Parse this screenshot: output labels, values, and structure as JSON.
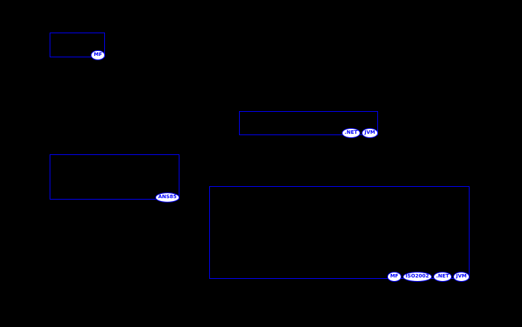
{
  "page": {
    "background_color": "#000000"
  },
  "colors": {
    "box_border": "#0000ff",
    "badge_border": "#0000ff",
    "badge_text": "#0000ff",
    "badge_fill": "#ffffff"
  },
  "diagram": {
    "boxes": [
      {
        "name": "syntax-box-1",
        "badges": [
          "MF"
        ]
      },
      {
        "name": "syntax-box-2",
        "badges": [
          ".NET",
          "JVM"
        ]
      },
      {
        "name": "syntax-box-3",
        "badges": [
          "ANS85"
        ]
      },
      {
        "name": "syntax-box-4",
        "badges": [
          "MF",
          "ISO2002",
          ".NET",
          "JVM"
        ]
      }
    ]
  }
}
